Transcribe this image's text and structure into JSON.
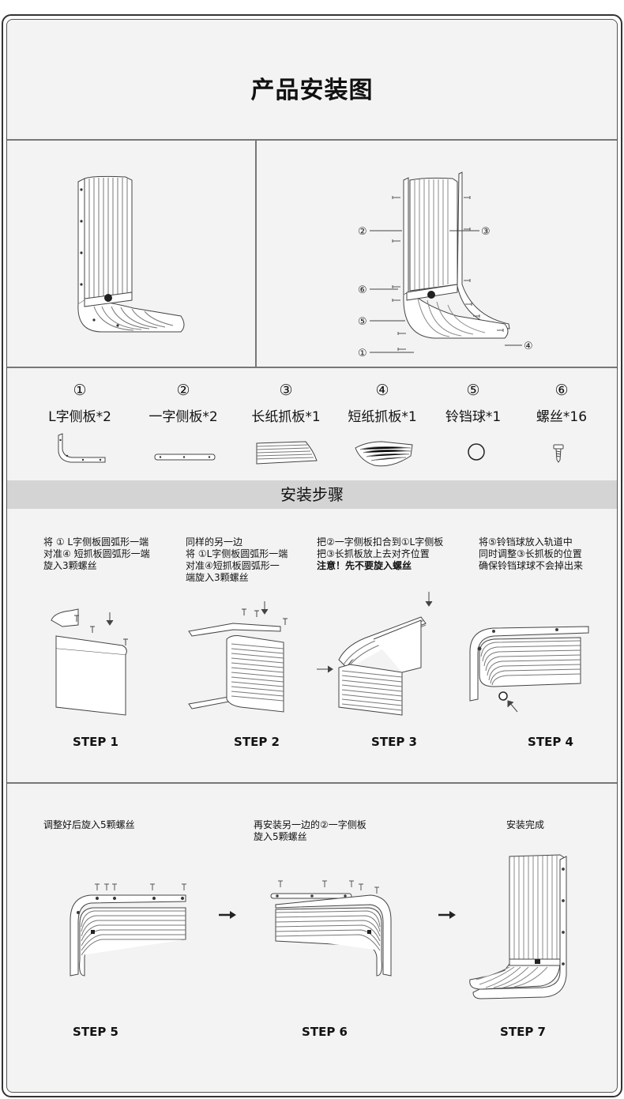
{
  "title": "产品安装图",
  "callouts": {
    "c1": "①",
    "c2": "②",
    "c3": "③",
    "c4": "④",
    "c5": "⑤",
    "c6": "⑥"
  },
  "parts": [
    {
      "num": "①",
      "name": "L字侧板*2"
    },
    {
      "num": "②",
      "name": "一字侧板*2"
    },
    {
      "num": "③",
      "name": "长纸抓板*1"
    },
    {
      "num": "④",
      "name": "短纸抓板*1"
    },
    {
      "num": "⑤",
      "name": "铃铛球*1"
    },
    {
      "num": "⑥",
      "name": "螺丝*16"
    }
  ],
  "section_title": "安装步骤",
  "steps": [
    {
      "label": "STEP 1",
      "lines": [
        "将 ① L字侧板圆弧形一端",
        "对准④ 短抓板圆弧形一端",
        "旋入3颗螺丝"
      ]
    },
    {
      "label": "STEP 2",
      "lines": [
        "同样的另一边",
        "将 ①L字侧板圆弧形一端",
        "对准④短抓板圆弧形一",
        "端旋入3颗螺丝"
      ]
    },
    {
      "label": "STEP 3",
      "lines": [
        "把②一字侧板扣合到①L字侧板",
        "把③长抓板放上去对齐位置"
      ],
      "warning": "注意！先不要旋入螺丝"
    },
    {
      "label": "STEP 4",
      "lines": [
        "将⑤铃铛球放入轨道中",
        "同时调整③长抓板的位置",
        "确保铃铛球球不会掉出来"
      ]
    },
    {
      "label": "STEP 5",
      "lines": [
        "调整好后旋入5颗螺丝"
      ]
    },
    {
      "label": "STEP 6",
      "lines": [
        "再安装另一边的②一字侧板",
        "旋入5颗螺丝"
      ]
    },
    {
      "label": "STEP 7",
      "lines": [
        "安装完成"
      ]
    }
  ],
  "colors": {
    "panel": "#f3f3f3",
    "band": "#d4d4d4",
    "line": "#777777"
  }
}
